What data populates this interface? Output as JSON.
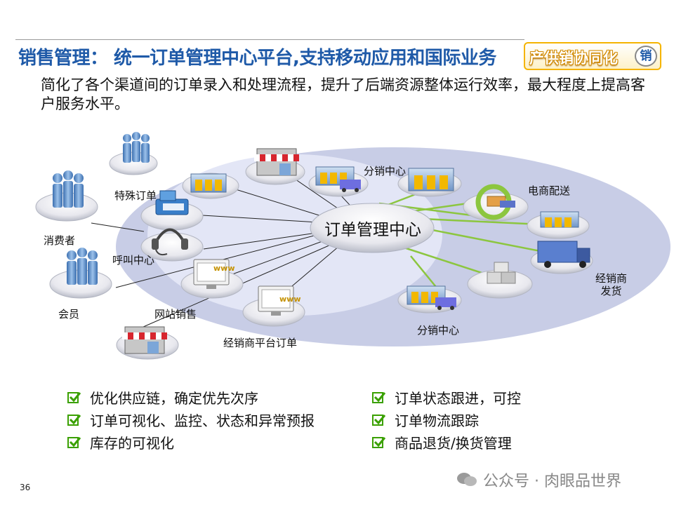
{
  "header": {
    "title": "销售管理： 统一订单管理中心平台,支持移动应用和国际业务",
    "badge": "产供销协同化",
    "badge_circle": "销"
  },
  "subtitle": "简化了各个渠道间的订单录入和处理流程，提升了后端资源整体运行效率，最大程度上提高客户服务水平。",
  "diagram": {
    "center": "订单管理中心",
    "labels": {
      "special_order": "特殊订单",
      "consumer": "消费者",
      "call_center": "呼叫中心",
      "member": "会员",
      "web_sales": "网站销售",
      "dealer_platform_order": "经销商平台订单",
      "distribution_center_top": "分销中心",
      "ecommerce_delivery": "电商配送",
      "dealer_shipping": "经销商\n发货",
      "distribution_center_bottom": "分销中心"
    },
    "www": "www"
  },
  "bullets_left": [
    "优化供应链，确定优先次序",
    "订单可视化、监控、状态和异常预报",
    "库存的可视化"
  ],
  "bullets_right": [
    "订单状态跟进，可控",
    "订单物流跟踪",
    "商品退货/换货管理"
  ],
  "page_number": "36",
  "watermark": "公众号 · 肉眼品世界",
  "colors": {
    "title": "#1f5aa8",
    "badge_border": "#f5b400",
    "check": "#3aa000",
    "ellipse_outer": "#c8cde6",
    "ellipse_inner": "#e3e6f6",
    "green_lines": "#8cc63f"
  }
}
